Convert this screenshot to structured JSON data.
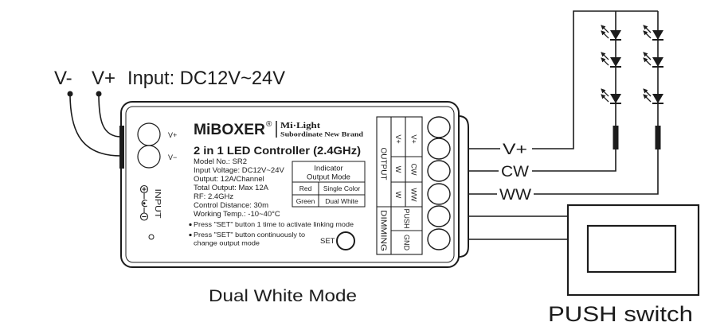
{
  "colors": {
    "ink": "#1c1c1c",
    "background": "#ffffff"
  },
  "icons": {
    "led": "led-diode-icon",
    "resistor": "resistor-icon",
    "polarity": "dc-polarity-icon",
    "terminal": "screw-terminal-icon",
    "button": "set-button-icon"
  },
  "input": {
    "neg_label": "V-",
    "pos_label": "V+",
    "title": "Input: DC12V~24V"
  },
  "controller": {
    "input_terminals": [
      "V+",
      "V−"
    ],
    "input_label": "INPUT",
    "brand": "MiBOXER",
    "brand_mark": "®",
    "sub_brand": [
      "Mi·Light",
      "Subordinate New Brand"
    ],
    "title": "2 in 1 LED Controller (2.4GHz)",
    "specs": [
      "Model No.: SR2",
      "Input Voltage: DC12V~24V",
      "Output: 12A/Channel",
      "Total Output: Max 12A",
      "RF: 2.4GHz",
      "Control Distance: 30m",
      "Working Temp.: -10~40°C"
    ],
    "indicator": {
      "header": [
        "Indicator",
        "Output Mode"
      ],
      "rows": [
        [
          "Red",
          "Single Color"
        ],
        [
          "Green",
          "Dual White"
        ]
      ]
    },
    "notes": [
      "Press \"SET\" button 1 time to activate linking mode",
      "Press \"SET\" button continuously to",
      "change output mode"
    ],
    "set_label": "SET",
    "terminal_block": {
      "output_label": "OUTPUT",
      "dimming_label": "DIMMING",
      "output_col_a": [
        "V+",
        "W",
        "W"
      ],
      "output_col_b": [
        "V+",
        "CW",
        "WW"
      ],
      "dimming": [
        "PUSH",
        "GND"
      ]
    }
  },
  "wires": {
    "v_plus": "V+",
    "cw": "CW",
    "ww": "WW"
  },
  "mode_caption": "Dual White Mode",
  "switch_caption": "PUSH switch"
}
